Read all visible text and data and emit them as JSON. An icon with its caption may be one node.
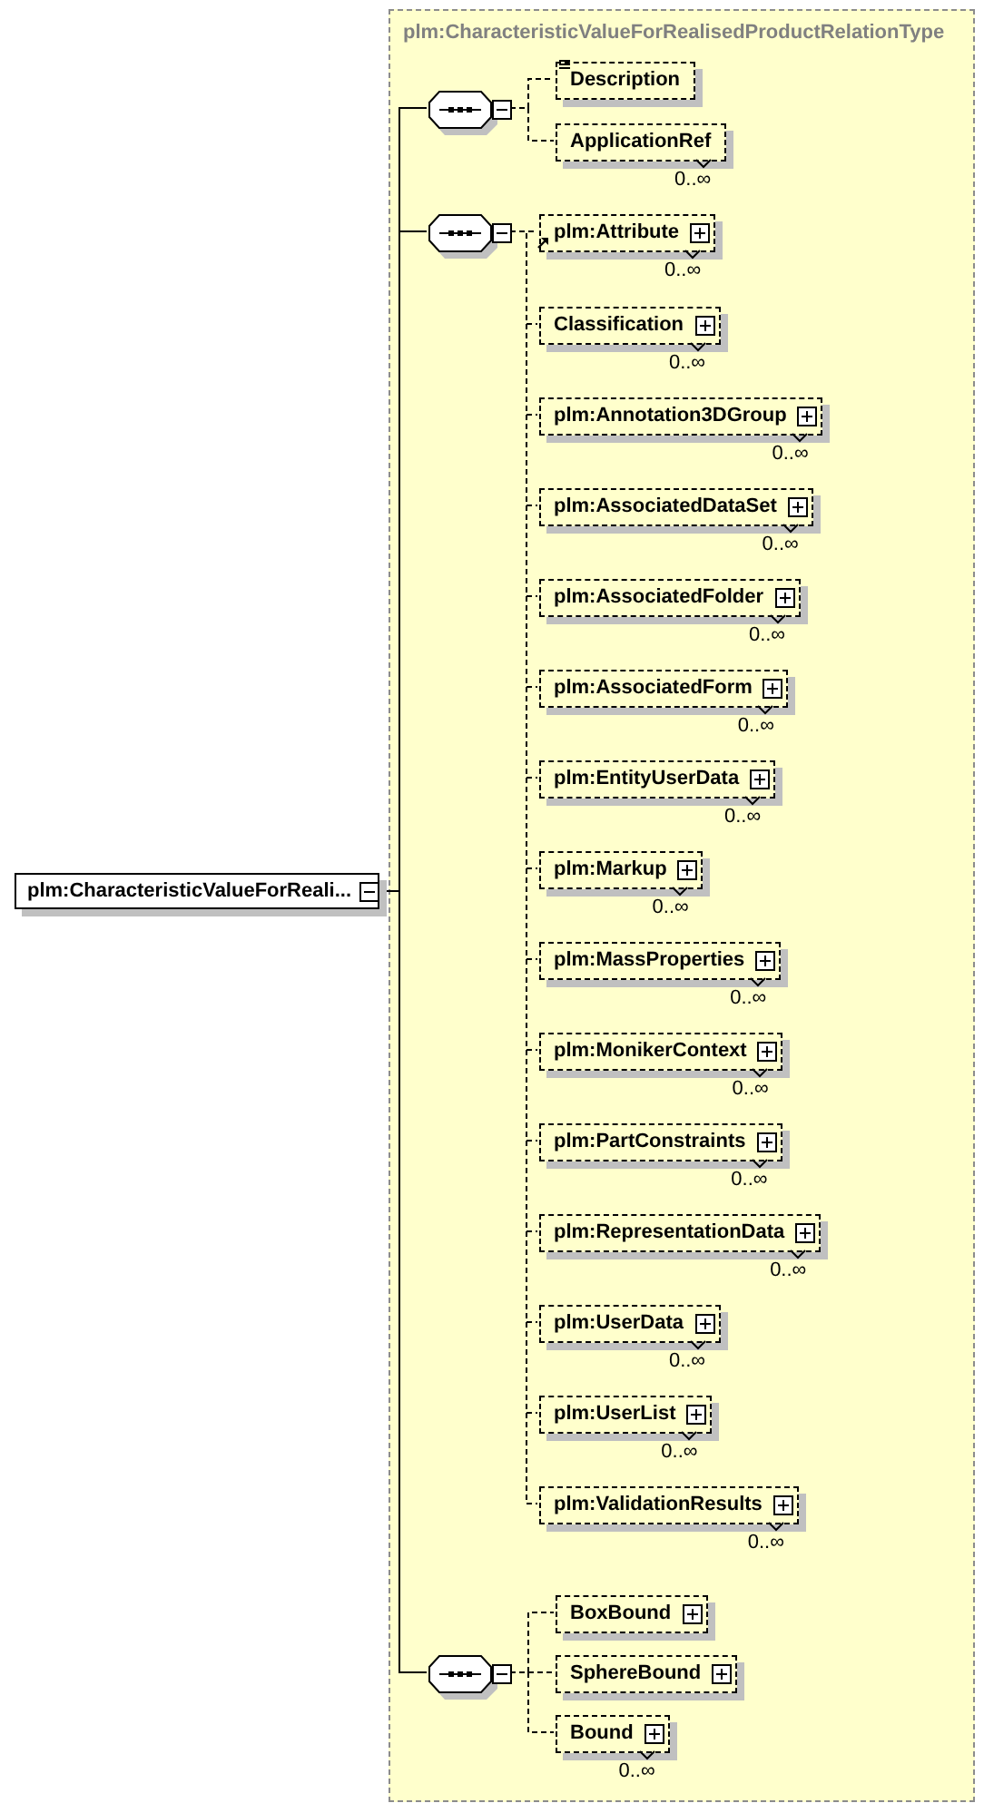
{
  "diagram": {
    "nodes": [
      {
        "text": [
          "plm:CharacteristicValueForReali..."
        ]
      },
      {
        "text": [
          "plm:CharacteristicValueForRealisedProductRelationType"
        ]
      },
      {
        "text": [],
        "shape": "octagon",
        "in": 1
      },
      {
        "text": [
          "Description"
        ],
        "in": 1
      },
      {
        "text": [
          "ApplicationRef"
        ],
        "beside": [
          "0..∞"
        ],
        "in": 1
      },
      {
        "text": [],
        "shape": "octagon",
        "in": 1
      },
      {
        "text": [
          "plm:Attribute"
        ],
        "beside": [
          "0..∞"
        ],
        "in": 1
      },
      {
        "text": [
          "Classification"
        ],
        "beside": [
          "0..∞"
        ],
        "in": 1
      },
      {
        "text": [
          "plm:Annotation3DGroup"
        ],
        "beside": [
          "0..∞"
        ],
        "in": 1
      },
      {
        "text": [
          "plm:AssociatedDataSet"
        ],
        "beside": [
          "0..∞"
        ],
        "in": 1
      },
      {
        "text": [
          "plm:AssociatedFolder"
        ],
        "beside": [
          "0..∞"
        ],
        "in": 1
      },
      {
        "text": [
          "plm:AssociatedForm"
        ],
        "beside": [
          "0..∞"
        ],
        "in": 1
      },
      {
        "text": [
          "plm:EntityUserData"
        ],
        "beside": [
          "0..∞"
        ],
        "in": 1
      },
      {
        "text": [
          "plm:Markup"
        ],
        "beside": [
          "0..∞"
        ],
        "in": 1
      },
      {
        "text": [
          "plm:MassProperties"
        ],
        "beside": [
          "0..∞"
        ],
        "in": 1
      },
      {
        "text": [
          "plm:MonikerContext"
        ],
        "beside": [
          "0..∞"
        ],
        "in": 1
      },
      {
        "text": [
          "plm:PartConstraints"
        ],
        "beside": [
          "0..∞"
        ],
        "in": 1
      },
      {
        "text": [
          "plm:RepresentationData"
        ],
        "beside": [
          "0..∞"
        ],
        "in": 1
      },
      {
        "text": [
          "plm:UserData"
        ],
        "beside": [
          "0..∞"
        ],
        "in": 1
      },
      {
        "text": [
          "plm:UserList"
        ],
        "beside": [
          "0..∞"
        ],
        "in": 1
      },
      {
        "text": [
          "plm:ValidationResults"
        ],
        "beside": [
          "0..∞"
        ],
        "in": 1
      },
      {
        "text": [],
        "shape": "octagon",
        "in": 1
      },
      {
        "text": [
          "BoxBound"
        ],
        "in": 1
      },
      {
        "text": [
          "SphereBound"
        ],
        "in": 1
      },
      {
        "text": [
          "Bound"
        ],
        "beside": [
          "0..∞"
        ],
        "in": 1
      }
    ],
    "edges": [
      {
        "from": 0,
        "to": 2,
        "arrow": "none"
      },
      {
        "from": 0,
        "to": 5,
        "arrow": "none"
      },
      {
        "from": 0,
        "to": 21,
        "arrow": "none"
      },
      {
        "from": 2,
        "to": 3,
        "arrow": "none",
        "style": "dashed"
      },
      {
        "from": 2,
        "to": 4,
        "arrow": "none",
        "style": "dashed"
      },
      {
        "from": 5,
        "to": 6,
        "arrow": "none",
        "style": "dashed"
      },
      {
        "from": 5,
        "to": 7,
        "arrow": "none",
        "style": "dashed"
      },
      {
        "from": 5,
        "to": 8,
        "arrow": "none",
        "style": "dashed"
      },
      {
        "from": 5,
        "to": 9,
        "arrow": "none",
        "style": "dashed"
      },
      {
        "from": 5,
        "to": 10,
        "arrow": "none",
        "style": "dashed"
      },
      {
        "from": 5,
        "to": 11,
        "arrow": "none",
        "style": "dashed"
      },
      {
        "from": 5,
        "to": 12,
        "arrow": "none",
        "style": "dashed"
      },
      {
        "from": 5,
        "to": 13,
        "arrow": "none",
        "style": "dashed"
      },
      {
        "from": 5,
        "to": 14,
        "arrow": "none",
        "style": "dashed"
      },
      {
        "from": 5,
        "to": 15,
        "arrow": "none",
        "style": "dashed"
      },
      {
        "from": 5,
        "to": 16,
        "arrow": "none",
        "style": "dashed"
      },
      {
        "from": 5,
        "to": 17,
        "arrow": "none",
        "style": "dashed"
      },
      {
        "from": 5,
        "to": 18,
        "arrow": "none",
        "style": "dashed"
      },
      {
        "from": 5,
        "to": 19,
        "arrow": "none",
        "style": "dashed"
      },
      {
        "from": 5,
        "to": 20,
        "arrow": "none",
        "style": "dashed"
      },
      {
        "from": 21,
        "to": 22,
        "arrow": "none",
        "style": "dashed"
      },
      {
        "from": 21,
        "to": 23,
        "arrow": "none",
        "style": "dashed"
      },
      {
        "from": 21,
        "to": 24,
        "arrow": "none",
        "style": "dashed"
      }
    ]
  }
}
